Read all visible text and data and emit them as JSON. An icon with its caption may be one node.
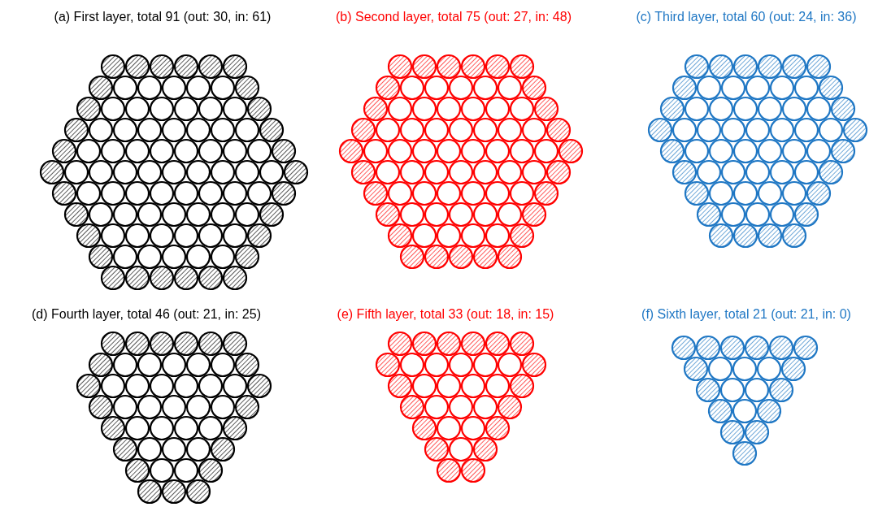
{
  "diagram": {
    "labels": [
      "(a) First layer, total 91 (out: 30, in: 61)",
      "(b) Second layer, total 75 (out: 27, in: 48)",
      "(c) Third layer, total 60 (out: 24, in: 36)",
      "(d) Fourth layer, total 46 (out: 21, in: 25)",
      "(e) Fifth layer, total 33 (out: 18, in: 15)",
      "(f) Sixth layer, total 21 (out: 21, in: 0)"
    ]
  }
}
